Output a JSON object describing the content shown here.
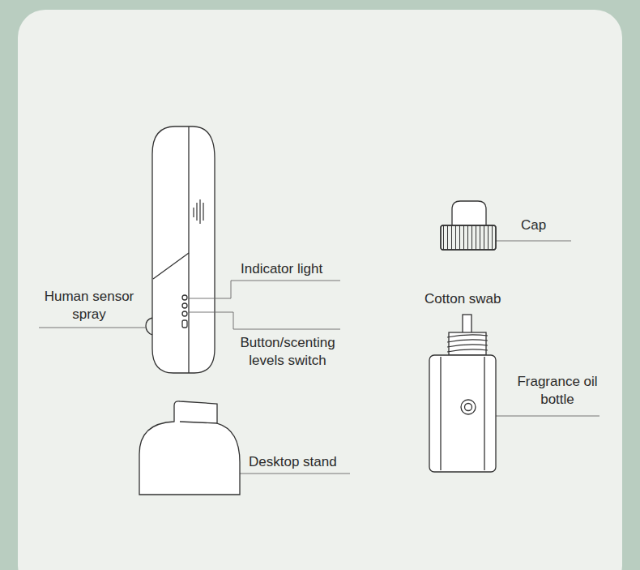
{
  "diagram": {
    "labels": [
      "Human sensor spray",
      "Indicator light",
      "Button/scenting levels switch",
      "Desktop stand",
      "Cap",
      "Cotton swab",
      "Fragrance oil bottle"
    ]
  }
}
